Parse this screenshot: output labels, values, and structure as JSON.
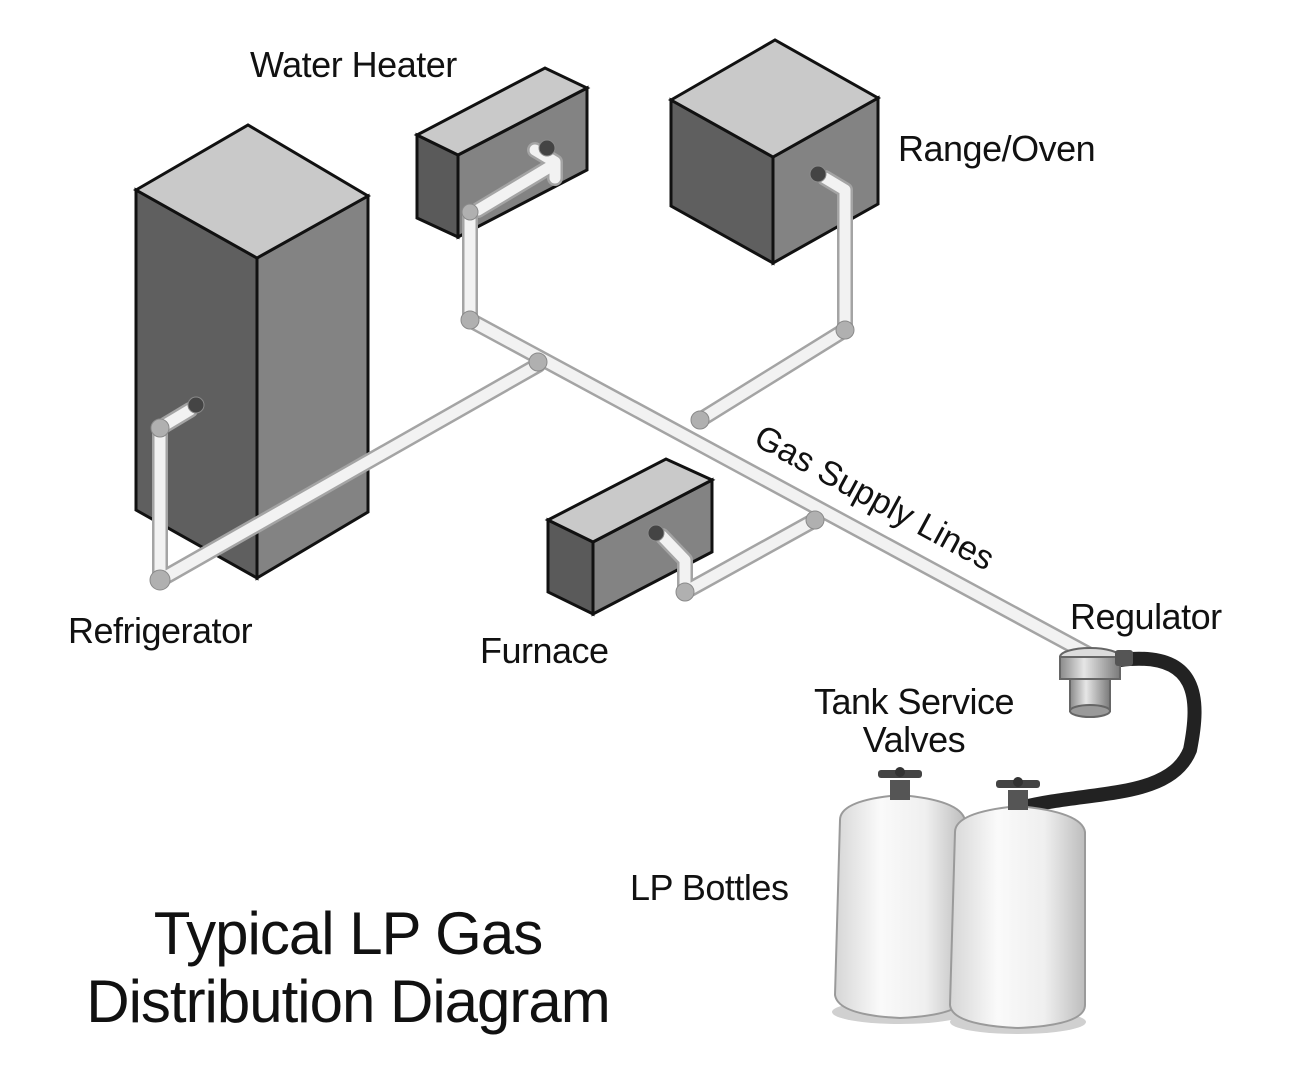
{
  "title": {
    "line1": "Typical LP Gas",
    "line2": "Distribution Diagram"
  },
  "labels": {
    "water_heater": "Water Heater",
    "range_oven": "Range/Oven",
    "refrigerator": "Refrigerator",
    "furnace": "Furnace",
    "gas_supply_lines": "Gas Supply Lines",
    "regulator": "Regulator",
    "tank_service_valves_line1": "Tank Service",
    "tank_service_valves_line2": "Valves",
    "lp_bottles": "LP Bottles"
  },
  "colors": {
    "appliance_front": "#5f5f5f",
    "appliance_side": "#828282",
    "appliance_top": "#c8c8c8",
    "pipe": "#f2f2f2",
    "pipe_edge": "#a9a9a9",
    "hose": "#222222",
    "bottle": "#f1f1f1"
  }
}
